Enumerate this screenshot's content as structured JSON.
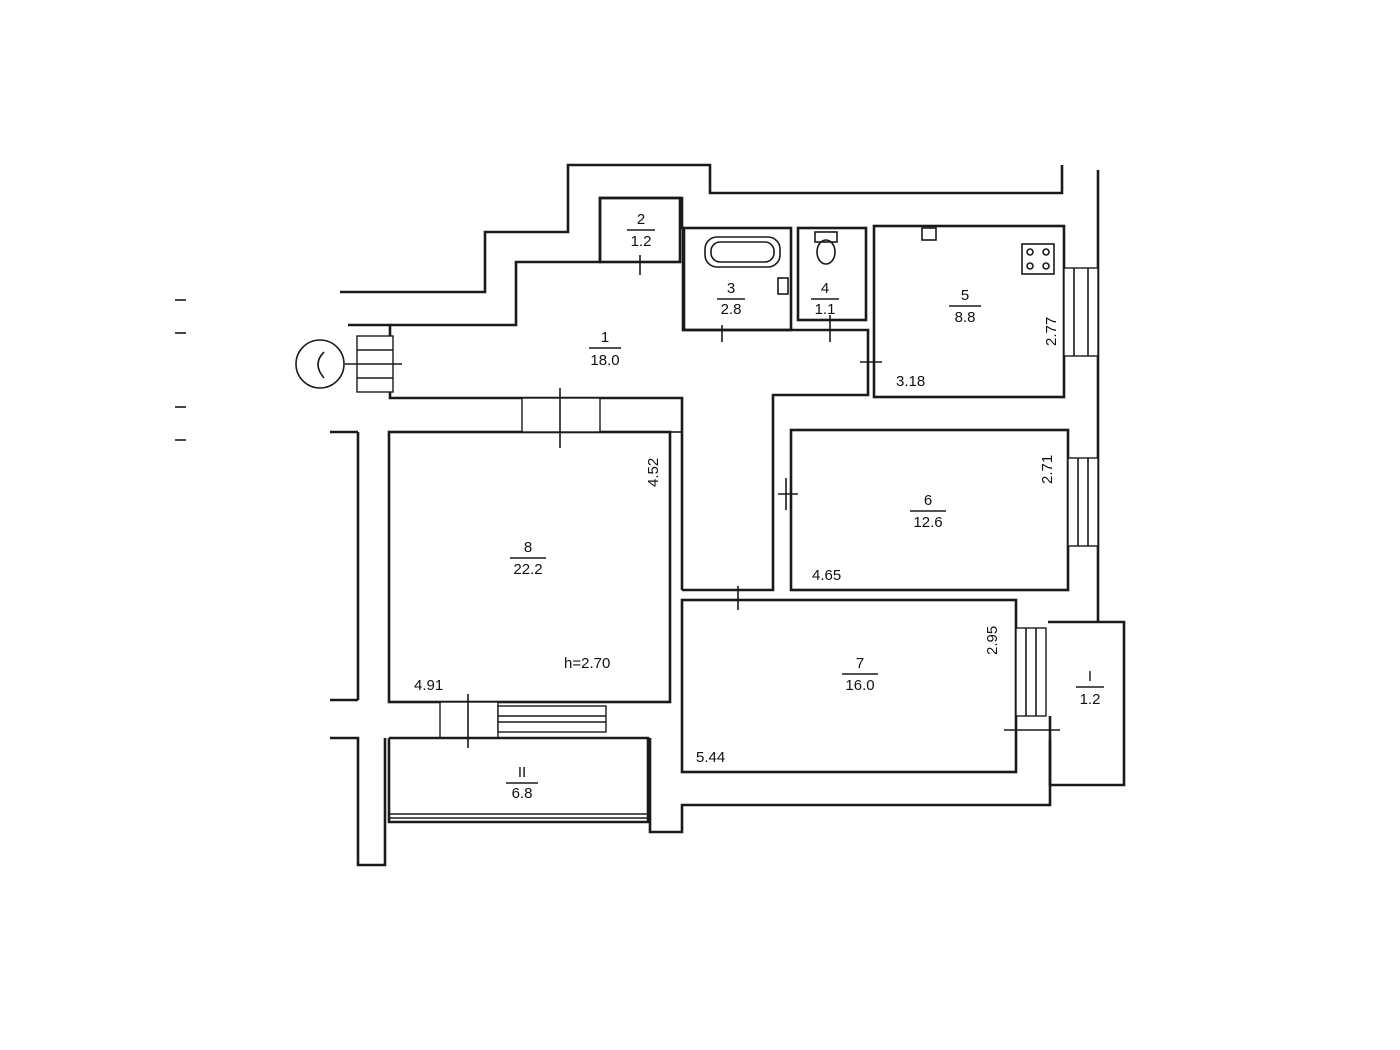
{
  "rooms": [
    {
      "number": "1",
      "area": "18.0"
    },
    {
      "number": "2",
      "area": "1.2"
    },
    {
      "number": "3",
      "area": "2.8"
    },
    {
      "number": "4",
      "area": "1.1"
    },
    {
      "number": "5",
      "area": "8.8"
    },
    {
      "number": "6",
      "area": "12.6"
    },
    {
      "number": "7",
      "area": "16.0"
    },
    {
      "number": "8",
      "area": "22.2"
    },
    {
      "number": "I",
      "area": "1.2"
    },
    {
      "number": "II",
      "area": "6.8"
    }
  ],
  "dimensions": {
    "room5_width": "3.18",
    "room5_depth": "2.77",
    "room6_width": "4.65",
    "room6_depth": "2.71",
    "room7_width": "5.44",
    "room7_depth": "2.95",
    "room8_width": "4.91",
    "room8_depth": "4.52",
    "ceiling_height": "h=2.70"
  }
}
